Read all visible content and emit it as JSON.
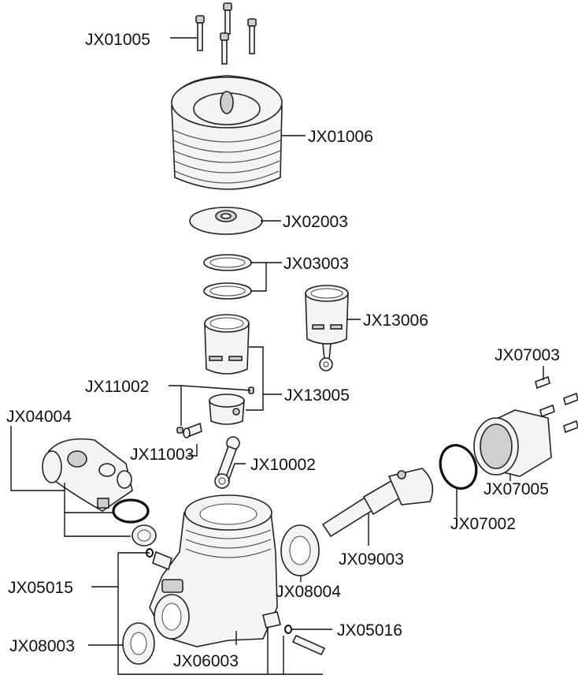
{
  "labels": {
    "jx01005": "JX01005",
    "jx01006": "JX01006",
    "jx02003": "JX02003",
    "jx03003": "JX03003",
    "jx13006": "JX13006",
    "jx07003": "JX07003",
    "jx11002": "JX11002",
    "jx13005": "JX13005",
    "jx04004": "JX04004",
    "jx11003": "JX11003",
    "jx10002": "JX10002",
    "jx07005": "JX07005",
    "jx07002": "JX07002",
    "jx09003": "JX09003",
    "jx05015": "JX05015",
    "jx08004": "JX08004",
    "jx05016": "JX05016",
    "jx08003": "JX08003",
    "jx06003": "JX06003"
  },
  "colors": {
    "line": "#111111",
    "part_fill": "#f4f4f4",
    "part_shade": "#cfcfcf"
  }
}
